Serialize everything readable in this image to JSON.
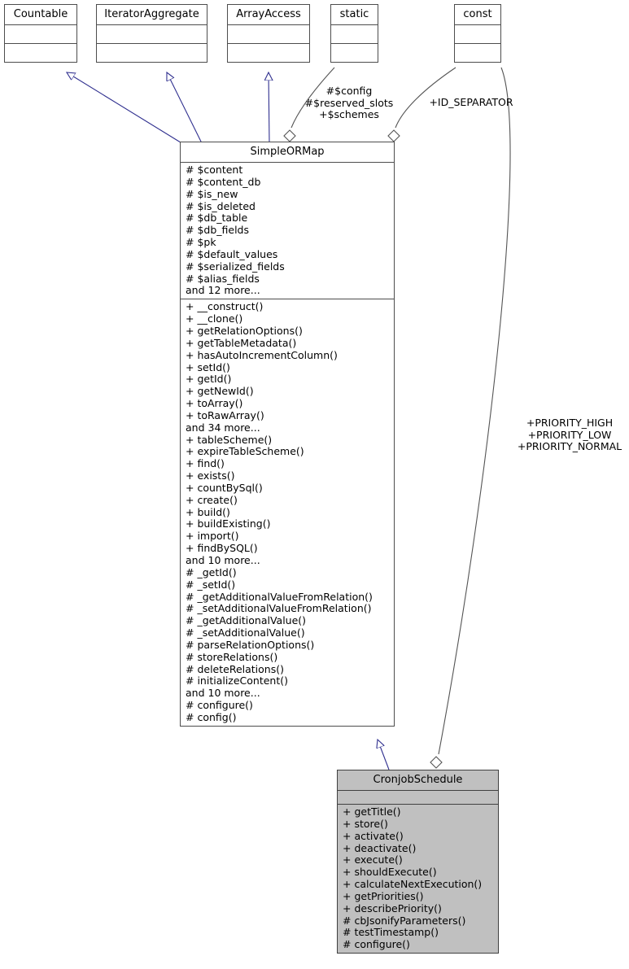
{
  "diagram": {
    "kind": "uml-class-diagram",
    "colors": {
      "inheritance_edge": "#30308f",
      "association_edge": "#545454",
      "node_border": "#4d4d4d",
      "node_fill": "#ffffff",
      "highlight_fill": "#c0c0c0",
      "text": "#000000"
    }
  },
  "nodes": {
    "countable": {
      "title": "Countable",
      "attributes": [],
      "operations": []
    },
    "iterator_aggregate": {
      "title": "IteratorAggregate",
      "attributes": [],
      "operations": []
    },
    "array_access": {
      "title": "ArrayAccess",
      "attributes": [],
      "operations": []
    },
    "static": {
      "title": "static",
      "attributes": [],
      "operations": []
    },
    "const": {
      "title": "const",
      "attributes": [],
      "operations": []
    },
    "simple_ormap": {
      "title": "SimpleORMap",
      "attributes": [
        "# $content",
        "# $content_db",
        "# $is_new",
        "# $is_deleted",
        "# $db_table",
        "# $db_fields",
        "# $pk",
        "# $default_values",
        "# $serialized_fields",
        "# $alias_fields",
        "and 12 more..."
      ],
      "operations": [
        "+ __construct()",
        "+ __clone()",
        "+ getRelationOptions()",
        "+ getTableMetadata()",
        "+ hasAutoIncrementColumn()",
        "+ setId()",
        "+ getId()",
        "+ getNewId()",
        "+ toArray()",
        "+ toRawArray()",
        "and 34 more...",
        "+ tableScheme()",
        "+ expireTableScheme()",
        "+ find()",
        "+ exists()",
        "+ countBySql()",
        "+ create()",
        "+ build()",
        "+ buildExisting()",
        "+ import()",
        "+ findBySQL()",
        "and 10 more...",
        "# _getId()",
        "# _setId()",
        "# _getAdditionalValueFromRelation()",
        "# _setAdditionalValueFromRelation()",
        "# _getAdditionalValue()",
        "# _setAdditionalValue()",
        "# parseRelationOptions()",
        "# storeRelations()",
        "# deleteRelations()",
        "# initializeContent()",
        "and 10 more...",
        "# configure()",
        "# config()"
      ]
    },
    "cronjob_schedule": {
      "title": "CronjobSchedule",
      "attributes": [],
      "operations": [
        "+ getTitle()",
        "+ store()",
        "+ activate()",
        "+ deactivate()",
        "+ execute()",
        "+ shouldExecute()",
        "+ calculateNextExecution()",
        "+ getPriorities()",
        "+ describePriority()",
        "# cbJsonifyParameters()",
        "# testTimestamp()",
        "# configure()"
      ]
    }
  },
  "edge_labels": {
    "static_to_simple_ormap": "#$config\n#$reserved_slots\n+$schemes",
    "static_to_simple_ormap_lines": [
      "#$config",
      "#$reserved_slots",
      "+$schemes"
    ],
    "const_to_simple_ormap": "+ID_SEPARATOR",
    "const_to_cronjob_schedule_lines": [
      "+PRIORITY_HIGH",
      "+PRIORITY_LOW",
      "+PRIORITY_NORMAL"
    ]
  }
}
